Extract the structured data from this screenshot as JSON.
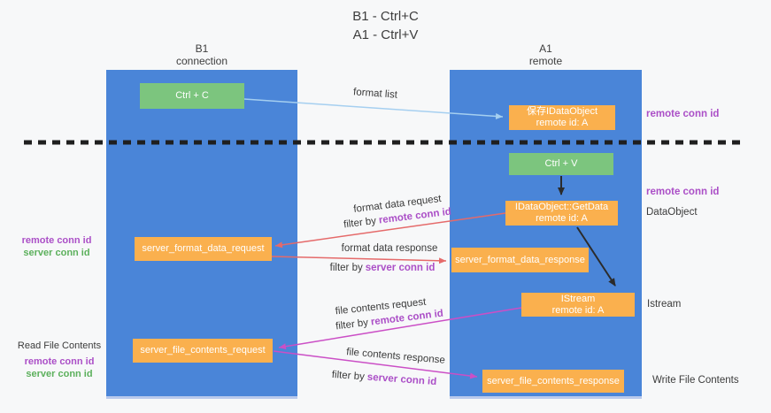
{
  "title": {
    "line1": "B1 - Ctrl+C",
    "line2": "A1 - Ctrl+V"
  },
  "lanes": {
    "left": {
      "title": "B1",
      "subtitle": "connection"
    },
    "right": {
      "title": "A1",
      "subtitle": "remote"
    }
  },
  "nodes": {
    "ctrl_c": {
      "label": "Ctrl + C"
    },
    "ctrl_v": {
      "label": "Ctrl + V"
    },
    "save_idataobject": {
      "line1": "保存IDataObject",
      "line2": "remote id: A"
    },
    "idataobject_getdata": {
      "line1": "IDataObject::GetData",
      "line2": "remote id: A"
    },
    "istream": {
      "line1": "IStream",
      "line2": "remote id: A"
    },
    "server_format_data_request": {
      "label": "server_format_data_request"
    },
    "server_format_data_response": {
      "label": "server_format_data_response"
    },
    "server_file_contents_request": {
      "label": "server_file_contents_request"
    },
    "server_file_contents_response": {
      "label": "server_file_contents_response"
    }
  },
  "edge_labels": {
    "format_list": "format list",
    "format_data_request": "format data request",
    "format_data_response": "format data response",
    "file_contents_request": "file contents request",
    "file_contents_response": "file contents response",
    "filter_by": "filter by",
    "remote_conn_id": "remote conn id",
    "server_conn_id": "server conn id"
  },
  "annotations": {
    "remote_conn_id_top_right": "remote conn id",
    "remote_conn_id_mid_right": "remote conn id",
    "dataobject": "DataObject",
    "istream_side": "Istream",
    "write_file_contents": "Write File Contents",
    "read_file_contents": "Read File Contents",
    "remote_conn_id_left": "remote conn id",
    "server_conn_id_left": "server conn id",
    "remote_conn_id_bottom_left": "remote conn id",
    "server_conn_id_bottom_left": "server conn id"
  },
  "colors": {
    "lane_blue": "#4a85d8",
    "node_orange": "#fab04e",
    "node_green": "#7cc57e",
    "arrow_lightblue": "#a5cff0",
    "arrow_red": "#e56a6a",
    "arrow_magenta": "#cb4fc6",
    "arrow_black": "#2b2b2b",
    "text_purple": "#ab4fc7",
    "text_green": "#5cb05c",
    "background": "#f7f8f9"
  }
}
